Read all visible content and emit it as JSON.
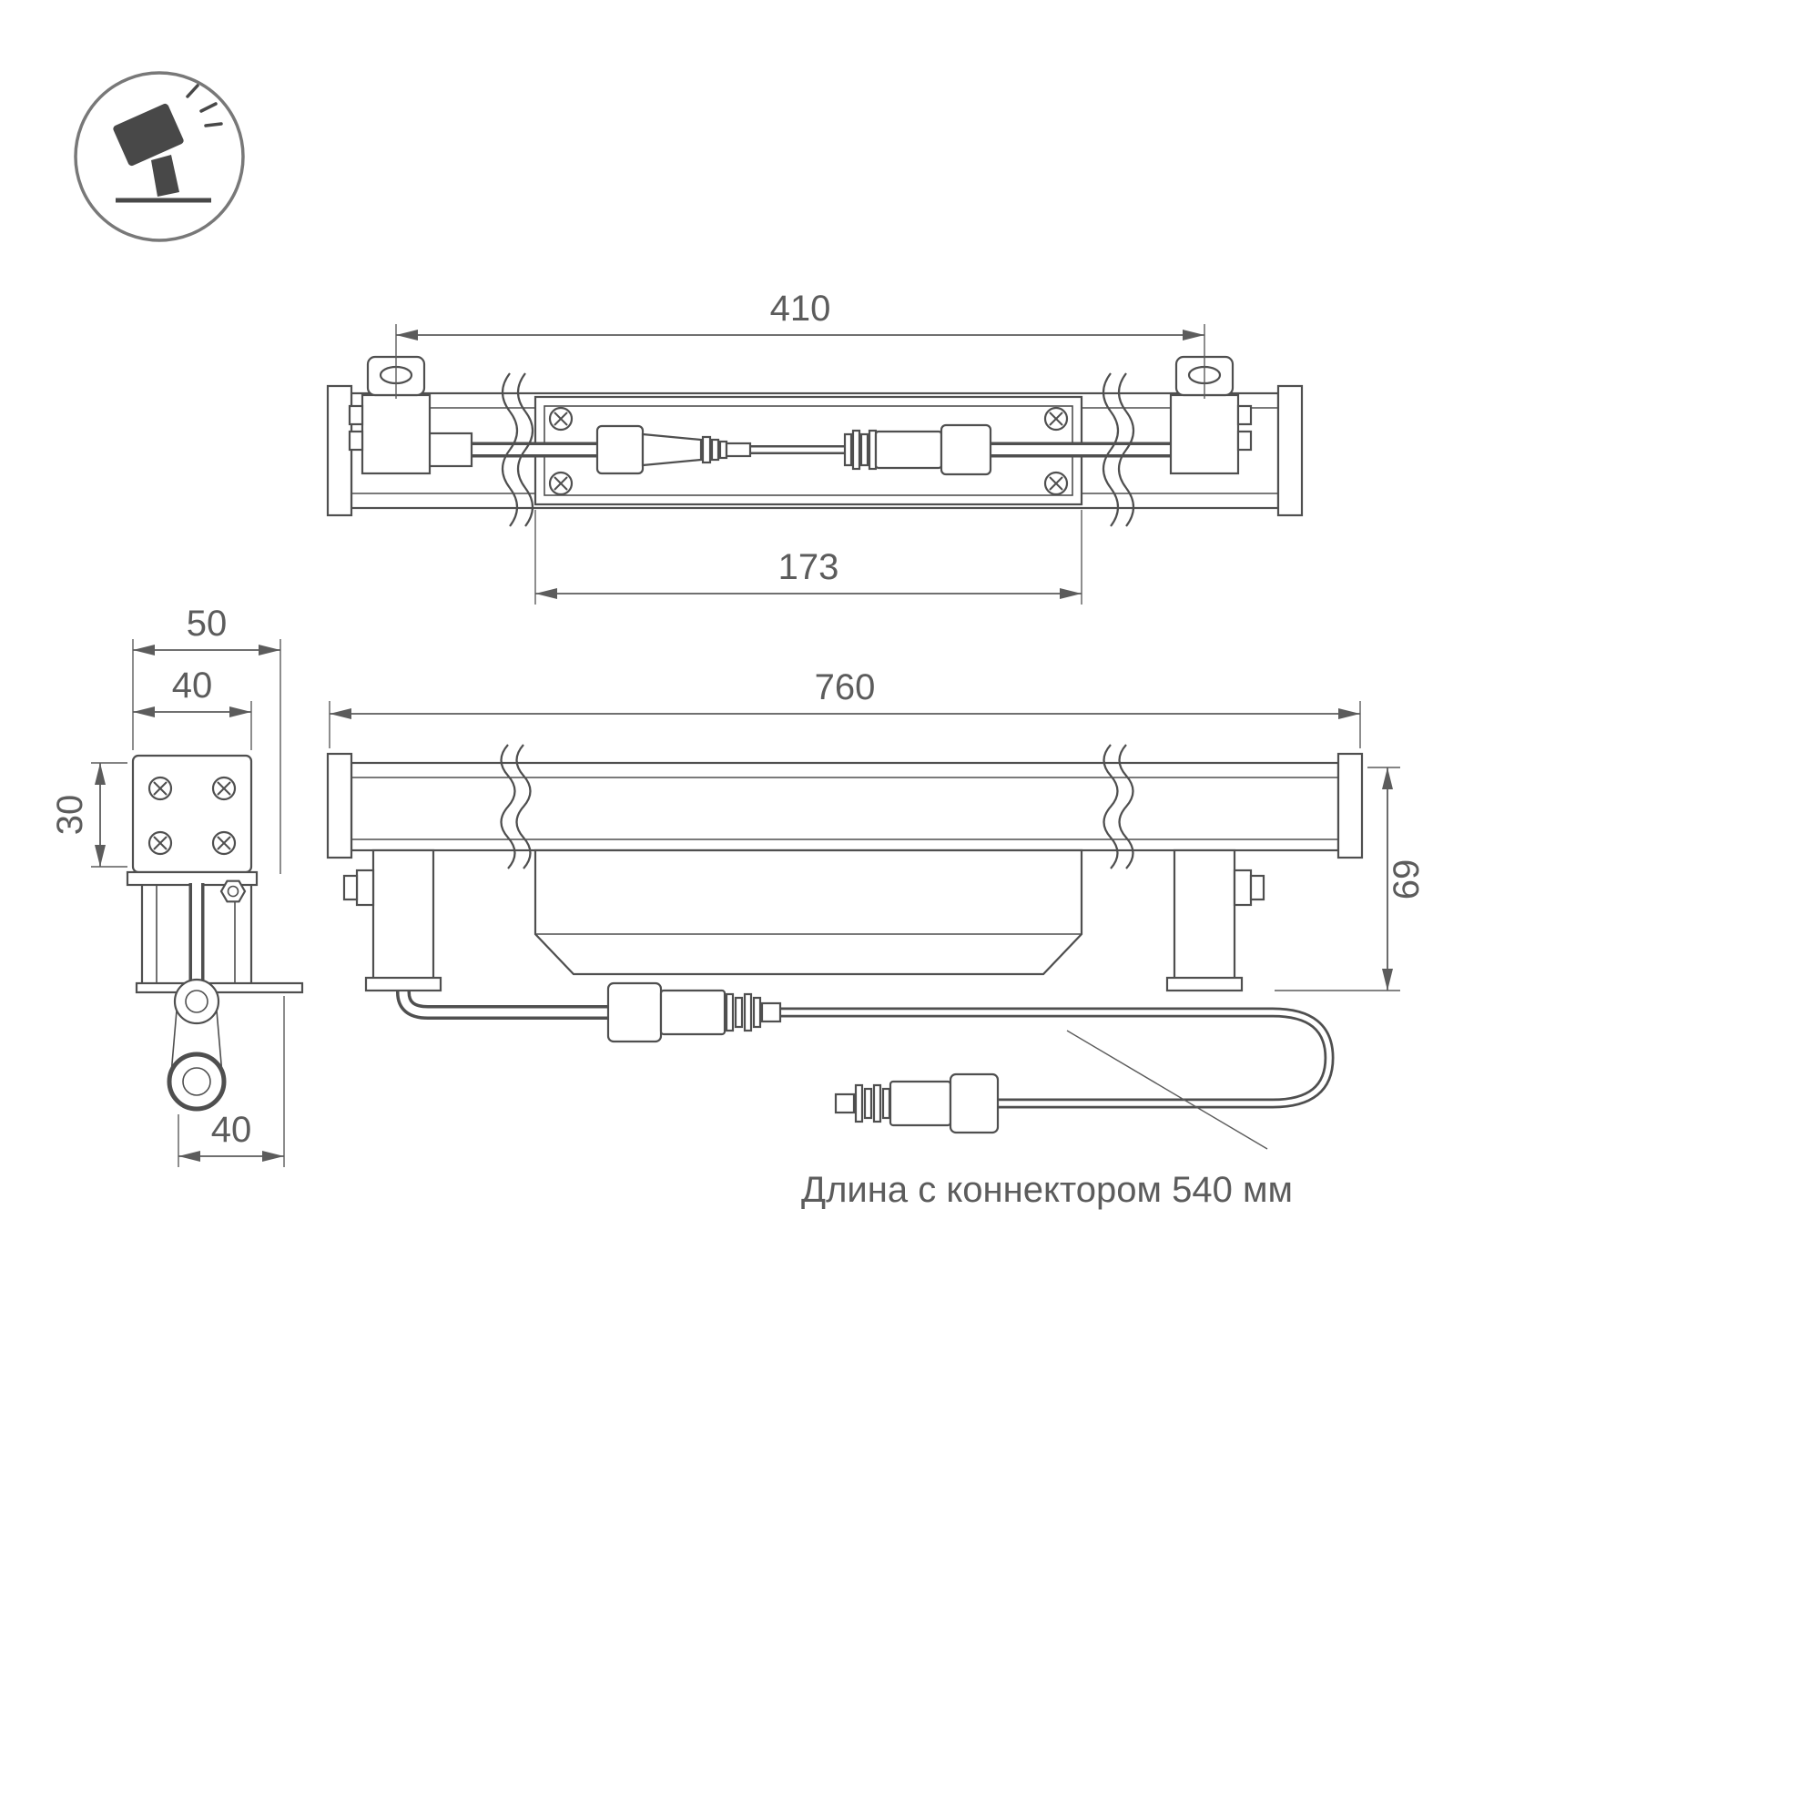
{
  "colors": {
    "line": "#4f4f4f",
    "dim": "#5c5c5c",
    "dark": "#484848",
    "background": "#ffffff"
  },
  "icon": {
    "name": "tilted-floodlight"
  },
  "top_view": {
    "dim_mount_spacing": "410",
    "dim_window_width": "173"
  },
  "end_view": {
    "dim_overall_width": "50",
    "dim_body_width": "40",
    "dim_body_height": "30",
    "dim_bracket_width": "40"
  },
  "side_view": {
    "dim_overall_length": "760",
    "dim_overall_height": "69"
  },
  "note": {
    "connector_length": "Длина с коннектором 540 мм"
  }
}
